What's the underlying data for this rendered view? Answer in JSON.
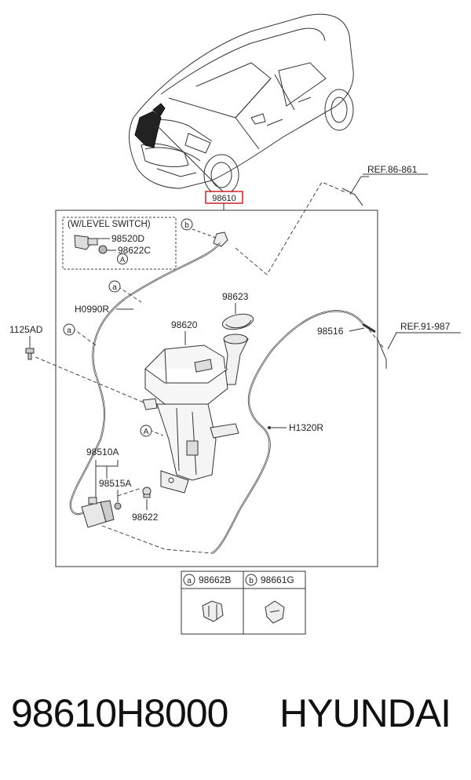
{
  "diagram": {
    "main_part": "98610",
    "callouts": {
      "level_switch": "(W/LEVEL SWITCH)",
      "p98520D": "98520D",
      "p98622C": "98622C",
      "p98623": "98623",
      "p98620": "98620",
      "p98516": "98516",
      "p1125AD": "1125AD",
      "hH0990R": "H0990R",
      "hH1320R": "H1320R",
      "p98510A": "98510A",
      "p98515A": "98515A",
      "p98622": "98622",
      "ref1": "REF.86-861",
      "ref2": "REF.91-987"
    },
    "markers": {
      "a": "a",
      "b": "b",
      "A": "A"
    },
    "legend": {
      "a_label": "a",
      "a_part": "98662B",
      "b_label": "b",
      "b_part": "98661G"
    }
  },
  "footer": {
    "part_number": "98610H8000",
    "brand": "HYUNDAI"
  }
}
